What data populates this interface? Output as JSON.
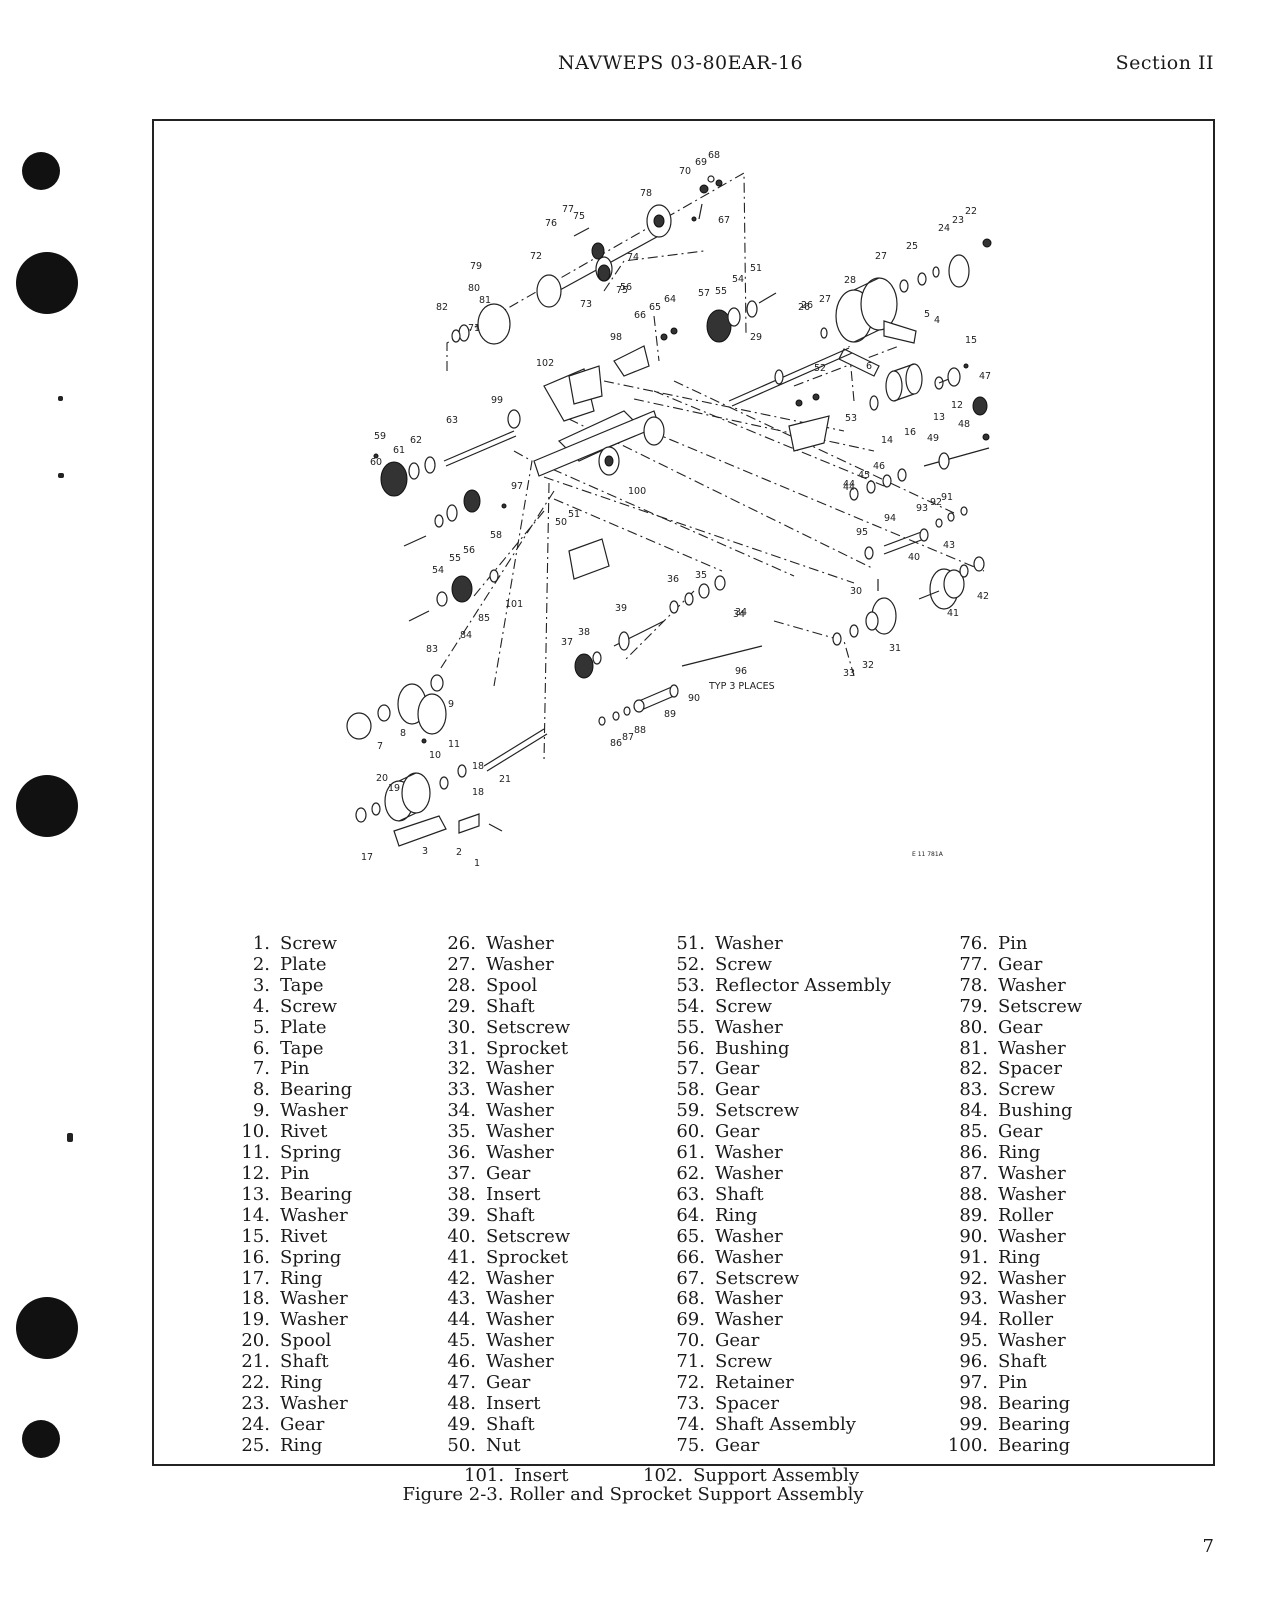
{
  "header": {
    "doc_title": "NAVWEPS 03-80EAR-16",
    "section": "Section II"
  },
  "figure": {
    "drawing_code": "E 11 781A",
    "typ_note": "TYP 3 PLACES",
    "callouts": [
      "1",
      "2",
      "3",
      "4",
      "5",
      "6",
      "7",
      "8",
      "9",
      "10",
      "11",
      "12",
      "13",
      "14",
      "15",
      "16",
      "17",
      "18",
      "19",
      "20",
      "21",
      "22",
      "23",
      "24",
      "25",
      "26",
      "27",
      "28",
      "29",
      "30",
      "31",
      "32",
      "33",
      "34",
      "35",
      "36",
      "37",
      "38",
      "39",
      "40",
      "41",
      "42",
      "43",
      "44",
      "45",
      "46",
      "47",
      "48",
      "49",
      "50",
      "51",
      "52",
      "53",
      "54",
      "55",
      "56",
      "57",
      "58",
      "59",
      "60",
      "61",
      "62",
      "63",
      "64",
      "65",
      "66",
      "67",
      "68",
      "69",
      "70",
      "71",
      "72",
      "73",
      "74",
      "75",
      "76",
      "77",
      "78",
      "79",
      "80",
      "81",
      "82",
      "83",
      "84",
      "85",
      "86",
      "87",
      "88",
      "89",
      "90",
      "91",
      "92",
      "93",
      "94",
      "95",
      "96",
      "97",
      "98",
      "99",
      "100",
      "101",
      "102"
    ],
    "extra_callouts": [
      "18",
      "26",
      "27",
      "34",
      "44",
      "51",
      "54",
      "55",
      "56",
      "75"
    ]
  },
  "legend": {
    "columns": [
      [
        {
          "num": "1.",
          "name": "Screw"
        },
        {
          "num": "2.",
          "name": "Plate"
        },
        {
          "num": "3.",
          "name": "Tape"
        },
        {
          "num": "4.",
          "name": "Screw"
        },
        {
          "num": "5.",
          "name": "Plate"
        },
        {
          "num": "6.",
          "name": "Tape"
        },
        {
          "num": "7.",
          "name": "Pin"
        },
        {
          "num": "8.",
          "name": "Bearing"
        },
        {
          "num": "9.",
          "name": "Washer"
        },
        {
          "num": "10.",
          "name": "Rivet"
        },
        {
          "num": "11.",
          "name": "Spring"
        },
        {
          "num": "12.",
          "name": "Pin"
        },
        {
          "num": "13.",
          "name": "Bearing"
        },
        {
          "num": "14.",
          "name": "Washer"
        },
        {
          "num": "15.",
          "name": "Rivet"
        },
        {
          "num": "16.",
          "name": "Spring"
        },
        {
          "num": "17.",
          "name": "Ring"
        },
        {
          "num": "18.",
          "name": "Washer"
        },
        {
          "num": "19.",
          "name": "Washer"
        },
        {
          "num": "20.",
          "name": "Spool"
        },
        {
          "num": "21.",
          "name": "Shaft"
        },
        {
          "num": "22.",
          "name": "Ring"
        },
        {
          "num": "23.",
          "name": "Washer"
        },
        {
          "num": "24.",
          "name": "Gear"
        },
        {
          "num": "25.",
          "name": "Ring"
        }
      ],
      [
        {
          "num": "26.",
          "name": "Washer"
        },
        {
          "num": "27.",
          "name": "Washer"
        },
        {
          "num": "28.",
          "name": "Spool"
        },
        {
          "num": "29.",
          "name": "Shaft"
        },
        {
          "num": "30.",
          "name": "Setscrew"
        },
        {
          "num": "31.",
          "name": "Sprocket"
        },
        {
          "num": "32.",
          "name": "Washer"
        },
        {
          "num": "33.",
          "name": "Washer"
        },
        {
          "num": "34.",
          "name": "Washer"
        },
        {
          "num": "35.",
          "name": "Washer"
        },
        {
          "num": "36.",
          "name": "Washer"
        },
        {
          "num": "37.",
          "name": "Gear"
        },
        {
          "num": "38.",
          "name": "Insert"
        },
        {
          "num": "39.",
          "name": "Shaft"
        },
        {
          "num": "40.",
          "name": "Setscrew"
        },
        {
          "num": "41.",
          "name": "Sprocket"
        },
        {
          "num": "42.",
          "name": "Washer"
        },
        {
          "num": "43.",
          "name": "Washer"
        },
        {
          "num": "44.",
          "name": "Washer"
        },
        {
          "num": "45.",
          "name": "Washer"
        },
        {
          "num": "46.",
          "name": "Washer"
        },
        {
          "num": "47.",
          "name": "Gear"
        },
        {
          "num": "48.",
          "name": "Insert"
        },
        {
          "num": "49.",
          "name": "Shaft"
        },
        {
          "num": "50.",
          "name": "Nut"
        }
      ],
      [
        {
          "num": "51.",
          "name": "Washer"
        },
        {
          "num": "52.",
          "name": "Screw"
        },
        {
          "num": "53.",
          "name": "Reflector Assembly"
        },
        {
          "num": "54.",
          "name": "Screw"
        },
        {
          "num": "55.",
          "name": "Washer"
        },
        {
          "num": "56.",
          "name": "Bushing"
        },
        {
          "num": "57.",
          "name": "Gear"
        },
        {
          "num": "58.",
          "name": "Gear"
        },
        {
          "num": "59.",
          "name": "Setscrew"
        },
        {
          "num": "60.",
          "name": "Gear"
        },
        {
          "num": "61.",
          "name": "Washer"
        },
        {
          "num": "62.",
          "name": "Washer"
        },
        {
          "num": "63.",
          "name": "Shaft"
        },
        {
          "num": "64.",
          "name": "Ring"
        },
        {
          "num": "65.",
          "name": "Washer"
        },
        {
          "num": "66.",
          "name": "Washer"
        },
        {
          "num": "67.",
          "name": "Setscrew"
        },
        {
          "num": "68.",
          "name": "Washer"
        },
        {
          "num": "69.",
          "name": "Washer"
        },
        {
          "num": "70.",
          "name": "Gear"
        },
        {
          "num": "71.",
          "name": "Screw"
        },
        {
          "num": "72.",
          "name": "Retainer"
        },
        {
          "num": "73.",
          "name": "Spacer"
        },
        {
          "num": "74.",
          "name": "Shaft Assembly"
        },
        {
          "num": "75.",
          "name": "Gear"
        }
      ],
      [
        {
          "num": "76.",
          "name": "Pin"
        },
        {
          "num": "77.",
          "name": "Gear"
        },
        {
          "num": "78.",
          "name": "Washer"
        },
        {
          "num": "79.",
          "name": "Setscrew"
        },
        {
          "num": "80.",
          "name": "Gear"
        },
        {
          "num": "81.",
          "name": "Washer"
        },
        {
          "num": "82.",
          "name": "Spacer"
        },
        {
          "num": "83.",
          "name": "Screw"
        },
        {
          "num": "84.",
          "name": "Bushing"
        },
        {
          "num": "85.",
          "name": "Gear"
        },
        {
          "num": "86.",
          "name": "Ring"
        },
        {
          "num": "87.",
          "name": "Washer"
        },
        {
          "num": "88.",
          "name": "Washer"
        },
        {
          "num": "89.",
          "name": "Roller"
        },
        {
          "num": "90.",
          "name": "Washer"
        },
        {
          "num": "91.",
          "name": "Ring"
        },
        {
          "num": "92.",
          "name": "Washer"
        },
        {
          "num": "93.",
          "name": "Washer"
        },
        {
          "num": "94.",
          "name": "Roller"
        },
        {
          "num": "95.",
          "name": "Washer"
        },
        {
          "num": "96.",
          "name": "Shaft"
        },
        {
          "num": "97.",
          "name": "Pin"
        },
        {
          "num": "98.",
          "name": "Bearing"
        },
        {
          "num": "99.",
          "name": "Bearing"
        },
        {
          "num": "100.",
          "name": "Bearing"
        }
      ]
    ],
    "extra": [
      {
        "num": "101.",
        "name": "Insert"
      },
      {
        "num": "102.",
        "name": "Support Assembly"
      }
    ]
  },
  "caption": "Figure 2-3.   Roller and Sprocket Support Assembly",
  "page_number": "7"
}
